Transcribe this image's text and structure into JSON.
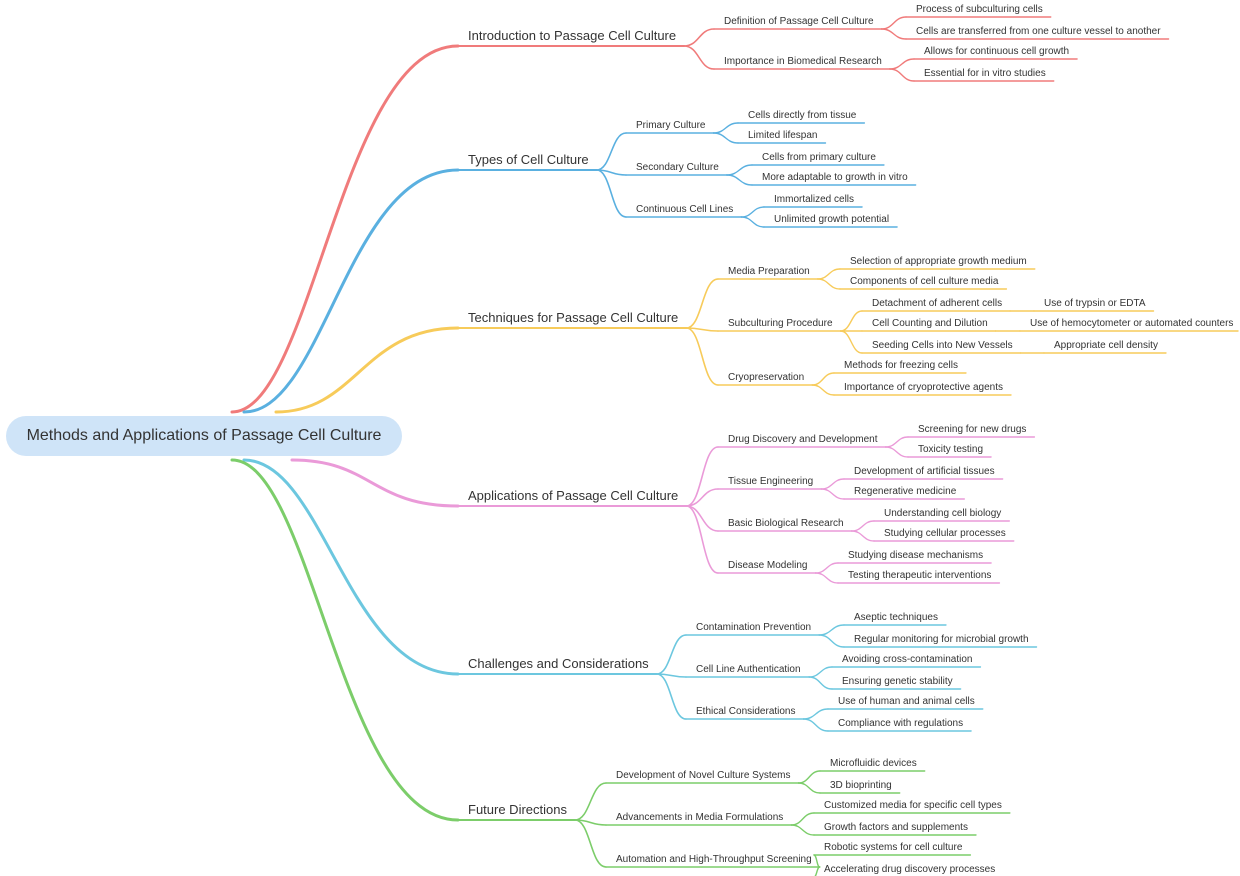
{
  "root": {
    "label": "Methods and Applications of Passage Cell Culture"
  },
  "branches": [
    {
      "label": "Introduction to Passage Cell Culture",
      "color": "#f07b7b",
      "children": [
        {
          "label": "Definition of Passage Cell Culture",
          "children": [
            {
              "label": "Process of subculturing cells"
            },
            {
              "label": "Cells are transferred from one culture vessel to another"
            }
          ]
        },
        {
          "label": "Importance in Biomedical Research",
          "children": [
            {
              "label": "Allows for continuous cell growth"
            },
            {
              "label": "Essential for in vitro studies"
            }
          ]
        }
      ]
    },
    {
      "label": "Types of Cell Culture",
      "color": "#5ab0e0",
      "children": [
        {
          "label": "Primary Culture",
          "children": [
            {
              "label": "Cells directly from tissue"
            },
            {
              "label": "Limited lifespan"
            }
          ]
        },
        {
          "label": "Secondary Culture",
          "children": [
            {
              "label": "Cells from primary culture"
            },
            {
              "label": "More adaptable to growth in vitro"
            }
          ]
        },
        {
          "label": "Continuous Cell Lines",
          "children": [
            {
              "label": "Immortalized cells"
            },
            {
              "label": "Unlimited growth potential"
            }
          ]
        }
      ]
    },
    {
      "label": "Techniques for Passage Cell Culture",
      "color": "#f7cb5a",
      "children": [
        {
          "label": "Media Preparation",
          "children": [
            {
              "label": "Selection of appropriate growth medium"
            },
            {
              "label": "Components of cell culture media"
            }
          ]
        },
        {
          "label": "Subculturing Procedure",
          "children": [
            {
              "label": "Detachment of adherent cells",
              "children": [
                {
                  "label": "Use of trypsin or EDTA"
                }
              ]
            },
            {
              "label": "Cell Counting and Dilution",
              "children": [
                {
                  "label": "Use of hemocytometer or automated counters"
                }
              ]
            },
            {
              "label": "Seeding Cells into New Vessels",
              "children": [
                {
                  "label": "Appropriate cell density"
                }
              ]
            }
          ]
        },
        {
          "label": "Cryopreservation",
          "children": [
            {
              "label": "Methods for freezing cells"
            },
            {
              "label": "Importance of cryoprotective agents"
            }
          ]
        }
      ]
    },
    {
      "label": "Applications of Passage Cell Culture",
      "color": "#ea9ad8",
      "children": [
        {
          "label": "Drug Discovery and Development",
          "children": [
            {
              "label": "Screening for new drugs"
            },
            {
              "label": "Toxicity testing"
            }
          ]
        },
        {
          "label": "Tissue Engineering",
          "children": [
            {
              "label": "Development of artificial tissues"
            },
            {
              "label": "Regenerative medicine"
            }
          ]
        },
        {
          "label": "Basic Biological Research",
          "children": [
            {
              "label": "Understanding cell biology"
            },
            {
              "label": "Studying cellular processes"
            }
          ]
        },
        {
          "label": "Disease Modeling",
          "children": [
            {
              "label": "Studying disease mechanisms"
            },
            {
              "label": "Testing therapeutic interventions"
            }
          ]
        }
      ]
    },
    {
      "label": "Challenges and Considerations",
      "color": "#6cc7df",
      "children": [
        {
          "label": "Contamination Prevention",
          "children": [
            {
              "label": "Aseptic techniques"
            },
            {
              "label": "Regular monitoring for microbial growth"
            }
          ]
        },
        {
          "label": "Cell Line Authentication",
          "children": [
            {
              "label": "Avoiding cross-contamination"
            },
            {
              "label": "Ensuring genetic stability"
            }
          ]
        },
        {
          "label": "Ethical Considerations",
          "children": [
            {
              "label": "Use of human and animal cells"
            },
            {
              "label": "Compliance with regulations"
            }
          ]
        }
      ]
    },
    {
      "label": "Future Directions",
      "color": "#7ccd6a",
      "children": [
        {
          "label": "Development of Novel Culture Systems",
          "children": [
            {
              "label": "Microfluidic devices"
            },
            {
              "label": "3D bioprinting"
            }
          ]
        },
        {
          "label": "Advancements in Media Formulations",
          "children": [
            {
              "label": "Customized media for specific cell types"
            },
            {
              "label": "Growth factors and supplements"
            }
          ]
        },
        {
          "label": "Automation and High-Throughput Screening",
          "children": [
            {
              "label": "Robotic systems for cell culture"
            },
            {
              "label": "Accelerating drug discovery processes"
            }
          ]
        }
      ]
    }
  ]
}
